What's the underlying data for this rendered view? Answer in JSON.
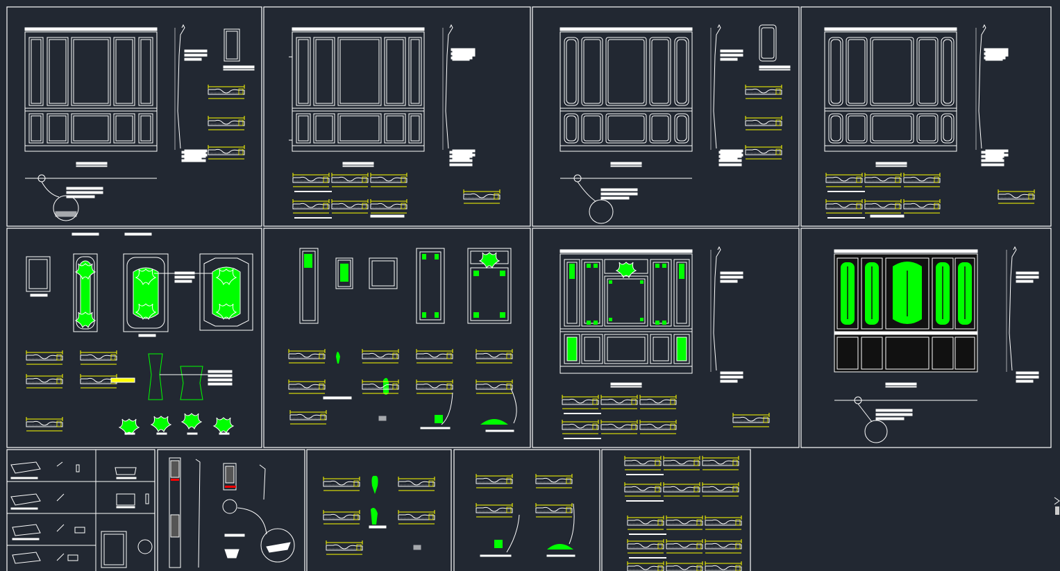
{
  "viewport": {
    "background": "#222832",
    "line_color": "#ffffff",
    "dimension_color": "#ffff00",
    "ornament_color": "#00ff00",
    "marker_color": "#ff0000"
  },
  "sheets_grid": {
    "rows": 3,
    "top_columns": 4,
    "middle_columns": 4,
    "bottom_columns": 5
  },
  "sheets": [
    {
      "name": "wall-elevation-panels",
      "row": 0,
      "col": 0,
      "has_section_profile": true,
      "has_ornament": false
    },
    {
      "name": "wall-elevation-panels",
      "row": 0,
      "col": 1,
      "has_section_profile": true,
      "has_ornament": false
    },
    {
      "name": "wall-elevation-panels-rounded",
      "row": 0,
      "col": 2,
      "has_section_profile": true,
      "has_ornament": false
    },
    {
      "name": "wall-elevation-panels-rounded",
      "row": 0,
      "col": 3,
      "has_section_profile": true,
      "has_ornament": false
    },
    {
      "name": "panel-details-carved",
      "row": 1,
      "col": 0,
      "has_section_profile": false,
      "has_ornament": true
    },
    {
      "name": "panel-details",
      "row": 1,
      "col": 1,
      "has_section_profile": false,
      "has_ornament": true
    },
    {
      "name": "wall-elevation-carved",
      "row": 1,
      "col": 2,
      "has_section_profile": true,
      "has_ornament": true
    },
    {
      "name": "wall-elevation-dark-carved",
      "row": 1,
      "col": 3,
      "has_section_profile": true,
      "has_ornament": true
    },
    {
      "name": "moulding-perspectives",
      "row": 2,
      "col": 0,
      "has_section_profile": false,
      "has_ornament": false
    },
    {
      "name": "pilaster-details",
      "row": 2,
      "col": 1,
      "has_section_profile": true,
      "has_ornament": false
    },
    {
      "name": "moulding-sections",
      "row": 2,
      "col": 2,
      "has_section_profile": false,
      "has_ornament": true
    },
    {
      "name": "moulding-sections",
      "row": 2,
      "col": 3,
      "has_section_profile": false,
      "has_ornament": true
    },
    {
      "name": "moulding-sections",
      "row": 2,
      "col": 4,
      "has_section_profile": false,
      "has_ornament": false
    }
  ]
}
